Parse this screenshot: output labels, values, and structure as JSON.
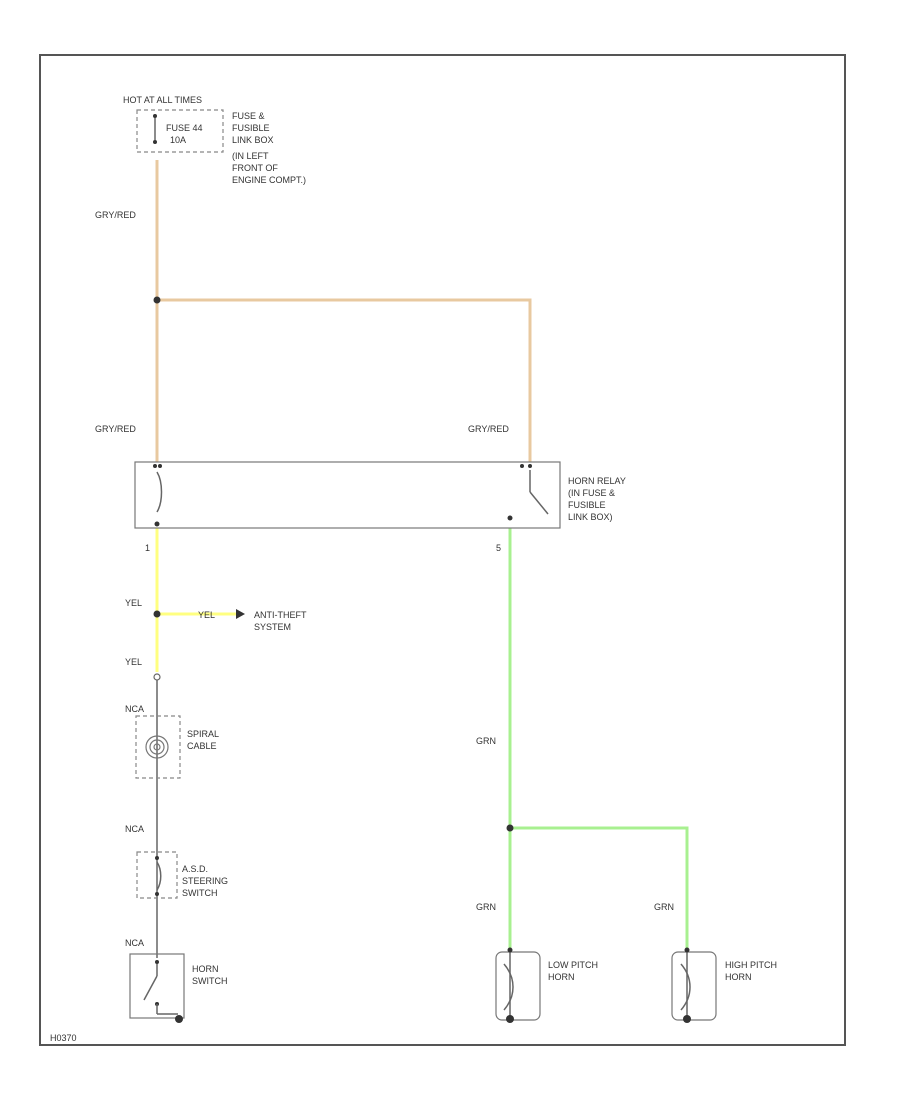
{
  "colors": {
    "gry_red_wire": "#e8c9a0",
    "yel_wire": "#ffff80",
    "grn_wire": "#a8f090",
    "blk_wire": "#666666"
  },
  "labels": {
    "hot_at_all_times": "HOT AT ALL TIMES",
    "fuse_44": "FUSE 44",
    "fuse_44_amp": "10A",
    "fuse_box": [
      "FUSE &",
      "FUSIBLE",
      "LINK BOX",
      "(IN LEFT",
      "FRONT OF",
      "ENGINE COMPT.)"
    ],
    "wire_gry_red_top": "GRY/RED",
    "wire_gry_red_left": "GRY/RED",
    "wire_gry_red_right": "GRY/RED",
    "horn_relay": [
      "HORN RELAY",
      "(IN FUSE &",
      "FUSIBLE",
      "LINK BOX)"
    ],
    "pin_left": "1",
    "pin_right": "5",
    "wire_yel_1": "YEL",
    "wire_yel_branch": "YEL",
    "anti_theft": [
      "ANTI-THEFT",
      "SYSTEM"
    ],
    "wire_yel_2": "YEL",
    "wire_nca_1": "NCA",
    "spiral_cable": [
      "SPIRAL",
      "CABLE"
    ],
    "wire_nca_2": "NCA",
    "asd_switch": [
      "A.S.D.",
      "STEERING",
      "SWITCH"
    ],
    "wire_nca_3": "NCA",
    "horn_switch": [
      "HORN",
      "SWITCH"
    ],
    "wire_grn_1": "GRN",
    "wire_grn_2": "GRN",
    "wire_grn_3": "GRN",
    "low_pitch_horn": [
      "LOW PITCH",
      "HORN"
    ],
    "high_pitch_horn": [
      "HIGH PITCH",
      "HORN"
    ],
    "diagram_id": "H0370"
  }
}
